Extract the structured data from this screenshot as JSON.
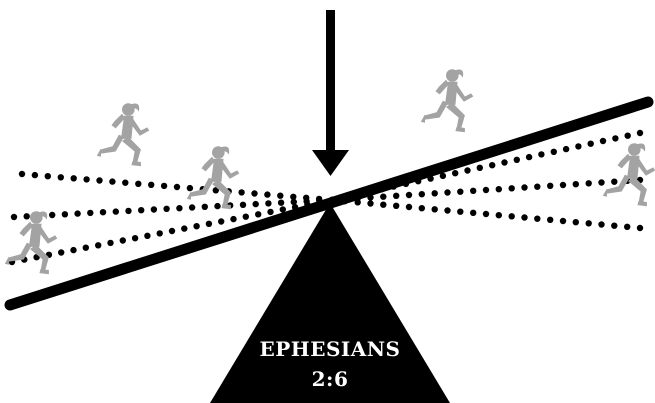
{
  "fulcrum": {
    "line1": "EPHESIANS",
    "line2": "2:6"
  },
  "colors": {
    "background": "#ffffff",
    "beam": "#000000",
    "fulcrum": "#000000",
    "arrow": "#000000",
    "dots": "#000000",
    "runner": "#a3a3a3",
    "fulcrum_text": "#ffffff"
  },
  "icons": {
    "runner": "runner-figure-icon",
    "arrow": "down-arrow-icon"
  },
  "runners": [
    {
      "id": "runner-far-left"
    },
    {
      "id": "runner-upper-left"
    },
    {
      "id": "runner-mid-left"
    },
    {
      "id": "runner-upper-right"
    },
    {
      "id": "runner-far-right"
    }
  ]
}
